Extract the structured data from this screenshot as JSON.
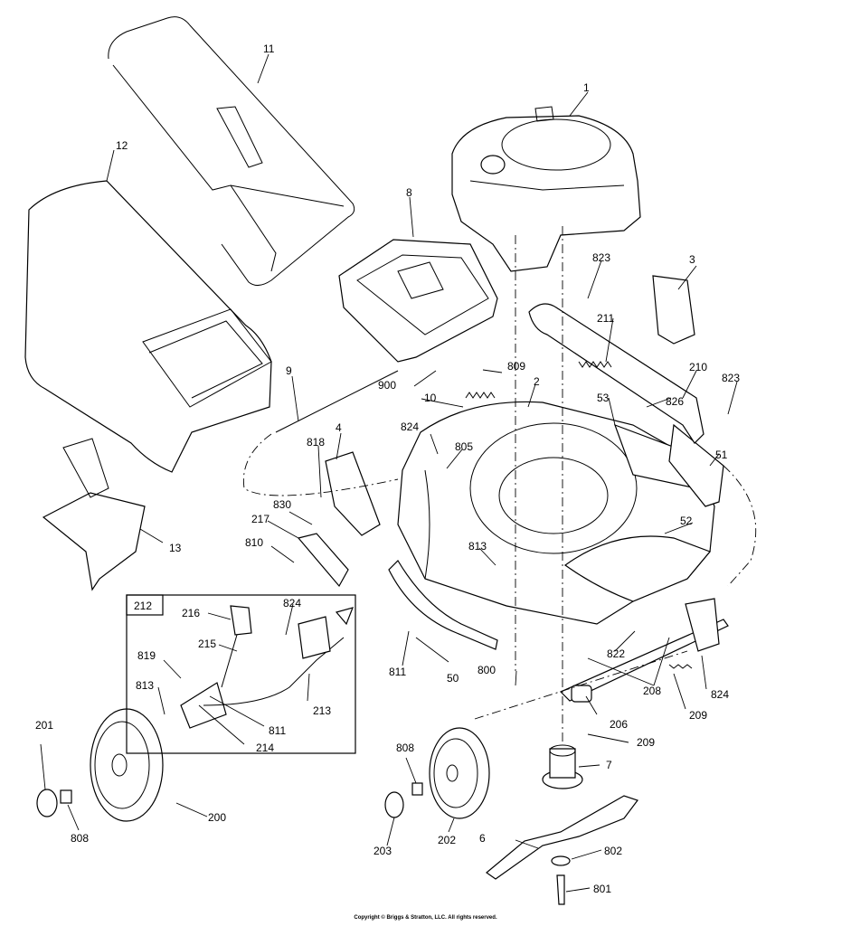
{
  "diagram": {
    "labels": {
      "l1": "1",
      "l2": "2",
      "l3": "3",
      "l4": "4",
      "l6": "6",
      "l7": "7",
      "l8": "8",
      "l9": "9",
      "l10": "10",
      "l11": "11",
      "l12": "12",
      "l13": "13",
      "l50": "50",
      "l51": "51",
      "l52": "52",
      "l53": "53",
      "l200": "200",
      "l201": "201",
      "l202": "202",
      "l203": "203",
      "l206": "206",
      "l208": "208",
      "l209a": "209",
      "l209b": "209",
      "l210": "210",
      "l211": "211",
      "l212": "212",
      "l213": "213",
      "l214": "214",
      "l215": "215",
      "l216": "216",
      "l217": "217",
      "l800": "800",
      "l801": "801",
      "l802": "802",
      "l805": "805",
      "l808a": "808",
      "l808b": "808",
      "l809": "809",
      "l810": "810",
      "l811a": "811",
      "l811b": "811",
      "l813a": "813",
      "l813b": "813",
      "l818": "818",
      "l819": "819",
      "l822": "822",
      "l823a": "823",
      "l823b": "823",
      "l824a": "824",
      "l824b": "824",
      "l824c": "824",
      "l826": "826",
      "l830": "830",
      "l900": "900"
    },
    "copyright": "Copyright © Briggs & Stratton, LLC. All rights reserved."
  }
}
